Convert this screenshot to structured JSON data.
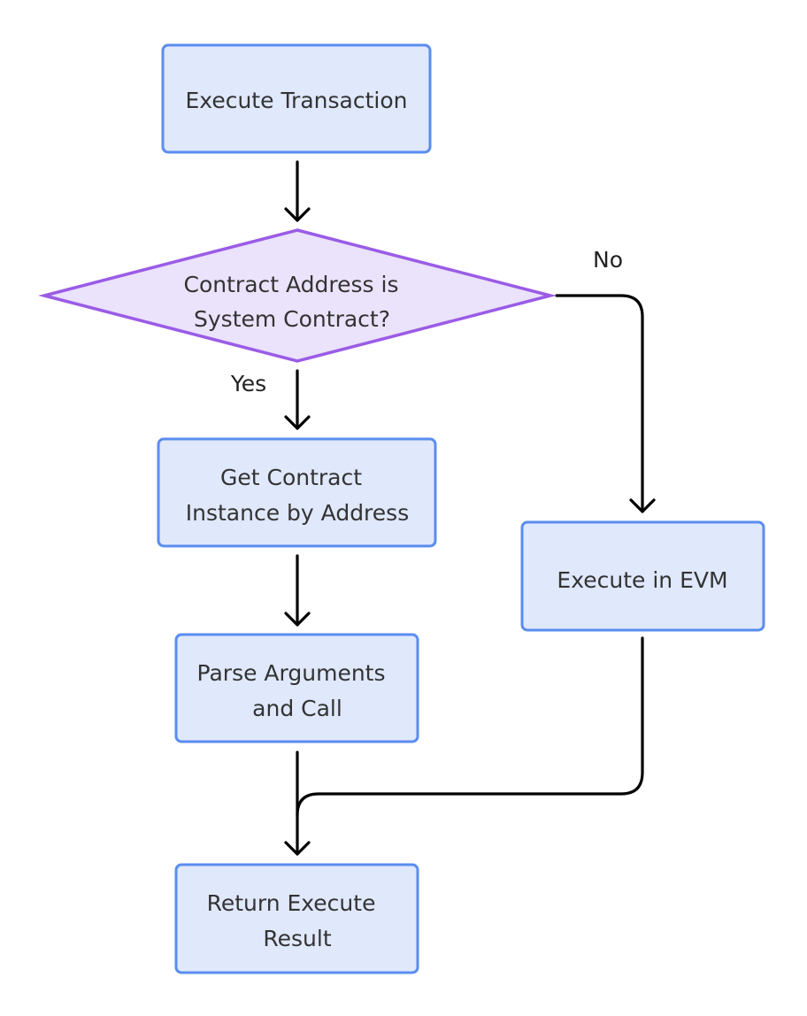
{
  "nodes": {
    "execute_transaction": {
      "lines": [
        "Execute Transaction"
      ]
    },
    "decision": {
      "lines": [
        "Contract Address is",
        "System Contract?"
      ]
    },
    "get_instance": {
      "lines": [
        "Get Contract",
        "Instance by Address"
      ]
    },
    "parse_call": {
      "lines": [
        "Parse Arguments",
        "and Call"
      ]
    },
    "execute_evm": {
      "lines": [
        "Execute in EVM"
      ]
    },
    "return_result": {
      "lines": [
        "Return Execute",
        "Result"
      ]
    }
  },
  "edges": {
    "yes_label": "Yes",
    "no_label": "No"
  },
  "colors": {
    "box_fill": "#e0e8fc",
    "box_stroke": "#5b8def",
    "diamond_fill": "#ebe2fb",
    "diamond_stroke": "#9a5ce6",
    "edge": "#000000",
    "text": "#333333"
  }
}
